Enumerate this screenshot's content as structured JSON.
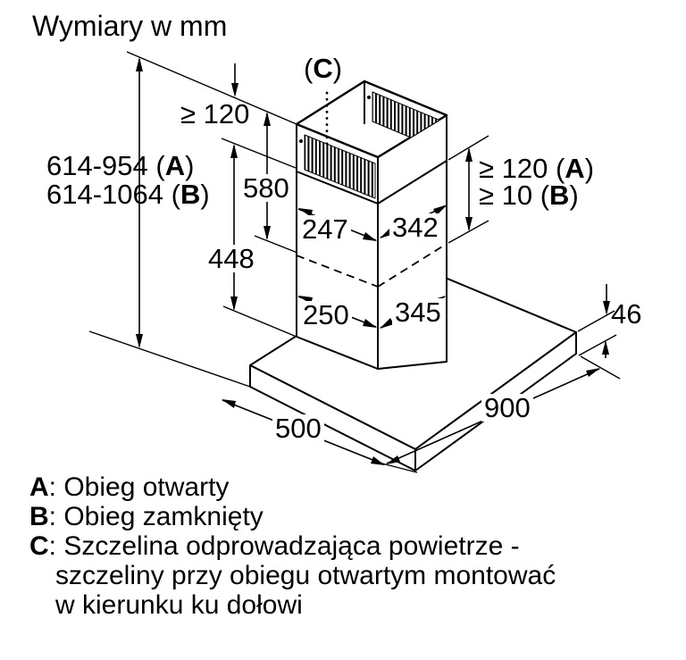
{
  "title": "Wymiary w mm",
  "colors": {
    "ink": "#000000",
    "background": "#ffffff"
  },
  "dims": {
    "height_a": {
      "pre": "614-954 (",
      "key": "A",
      "post": ")"
    },
    "height_b": {
      "pre": "614-1064 (",
      "key": "B",
      "post": ")"
    },
    "ceiling_gap": "≥ 120",
    "duct_gap_label": {
      "pre": "(",
      "key": "C",
      "post": ")"
    },
    "upper_section_length": "580",
    "lower_section_length": "448",
    "upper_width": "247",
    "upper_depth": "342",
    "lower_width": "250",
    "lower_depth": "345",
    "overlap_a": {
      "pre": "≥ 120 (",
      "key": "A",
      "post": ")"
    },
    "overlap_b": {
      "pre": "≥ 10 (",
      "key": "B",
      "post": ")"
    },
    "canopy_height": "46",
    "canopy_depth": "500",
    "canopy_width": "900"
  },
  "legend": {
    "a": {
      "key": "A",
      "text": ": Obieg otwarty"
    },
    "b": {
      "key": "B",
      "text": ": Obieg zamknięty"
    },
    "c": {
      "key": "C",
      "text": ": Szczelina odprowadzająca powietrze -"
    },
    "c_line2": "szczeliny przy obiegu otwartym montować",
    "c_line3": "w kierunku ku dołowi"
  }
}
